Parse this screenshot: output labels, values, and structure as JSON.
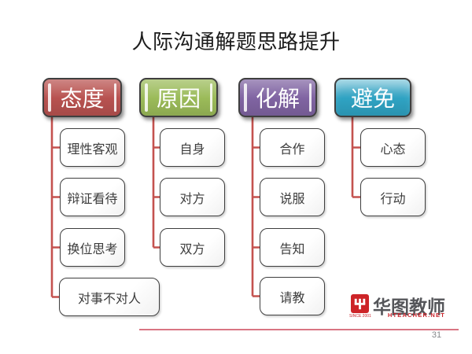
{
  "slide": {
    "title": "人际沟通解题思路提升",
    "page_number": "31"
  },
  "theme": {
    "connector_color": "#C4524F",
    "footer_line_color": "#D97583",
    "header_border_color": "#3F3F3F",
    "child_border_color": "#3E3E3E",
    "logo_red": "#CD2428",
    "logo_text_color": "#55565A"
  },
  "diagram": {
    "columns": [
      {
        "header": "态度",
        "color": "#B85250",
        "children": [
          "理性客观",
          "辩证看待",
          "换位思考",
          "对事不对人"
        ]
      },
      {
        "header": "原因",
        "color": "#9BBB59",
        "children": [
          "自身",
          "对方",
          "双方"
        ]
      },
      {
        "header": "化解",
        "color": "#8064A2",
        "children": [
          "合作",
          "说服",
          "告知",
          "请教"
        ]
      },
      {
        "header": "避免",
        "color": "#2FA3C3",
        "children": [
          "心态",
          "行动"
        ]
      }
    ]
  },
  "logo": {
    "icon": "huatu-emblem-icon",
    "since": "SINCE 2001",
    "name": "华图教师",
    "site": "HTEACHER.NET"
  }
}
